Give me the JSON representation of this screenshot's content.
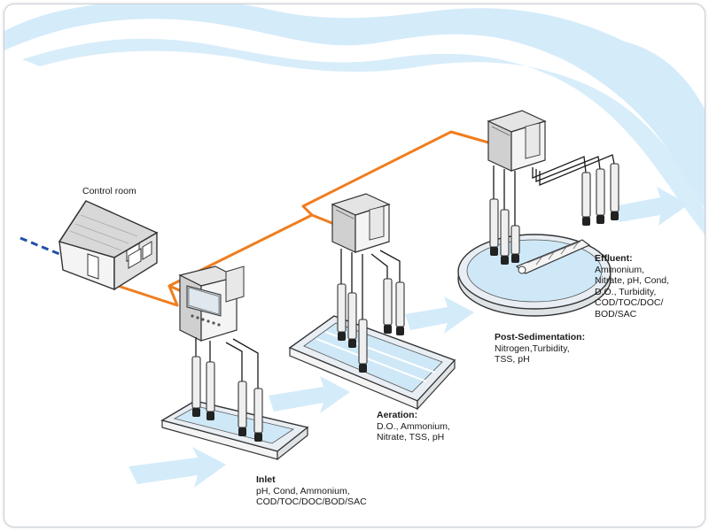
{
  "control_room": {
    "label": "Control room"
  },
  "stations": {
    "inlet": {
      "title": "Inlet",
      "lines": [
        "pH, Cond, Ammonium,",
        "COD/TOC/DOC/BOD/SAC"
      ]
    },
    "aeration": {
      "title": "Aeration:",
      "lines": [
        "D.O., Ammonium,",
        "Nitrate, TSS, pH"
      ]
    },
    "post_sedimentation": {
      "title": "Post-Sedimentation:",
      "lines": [
        "Nitrogen,Turbidity,",
        "TSS, pH"
      ]
    },
    "effluent": {
      "title": "Effluent:",
      "lines": [
        "Ammonium,",
        "Nitrate, pH, Cond,",
        "D.O., Turbidity,",
        "COD/TOC/DOC/",
        "BOD/SAC"
      ]
    }
  },
  "colors": {
    "river": "#d4ebfa",
    "flow_arrow": "#d4ebfa",
    "signal_line": "#f07d1e",
    "data_link": "#1f4fa8",
    "basin_water": "#cfe8f7",
    "housing": "#f2f2f2",
    "outline": "#333333"
  }
}
